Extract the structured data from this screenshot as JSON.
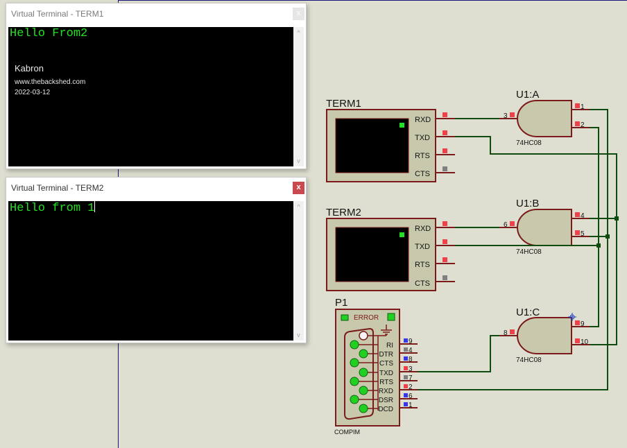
{
  "terminal1": {
    "title": "Virtual Terminal - TERM1",
    "close_label": "x",
    "lines": [
      "Hello From2"
    ],
    "overlay": {
      "name": "Kabron",
      "url": "www.thebackshed.com",
      "date": "2022-03-12"
    }
  },
  "terminal2": {
    "title": "Virtual Terminal - TERM2",
    "close_label": "x",
    "lines": [
      "Hello from 1"
    ]
  },
  "scroll": {
    "up": "^",
    "down": "v"
  },
  "schematic": {
    "term1": {
      "label": "TERM1",
      "pins": [
        "RXD",
        "TXD",
        "RTS",
        "CTS"
      ]
    },
    "term2": {
      "label": "TERM2",
      "pins": [
        "RXD",
        "TXD",
        "RTS",
        "CTS"
      ]
    },
    "gates": [
      {
        "label": "U1:A",
        "part": "74HC08",
        "in1": "1",
        "in2": "2",
        "out": "3"
      },
      {
        "label": "U1:B",
        "part": "74HC08",
        "in1": "4",
        "in2": "5",
        "out": "6"
      },
      {
        "label": "U1:C",
        "part": "74HC08",
        "in1": "9",
        "in2": "10",
        "out": "8"
      }
    ],
    "compim": {
      "ref": "P1",
      "part": "COMPIM",
      "error_label": "ERROR",
      "pins": [
        {
          "name": "RI",
          "num": "9"
        },
        {
          "name": "DTR",
          "num": "4"
        },
        {
          "name": "CTS",
          "num": "8"
        },
        {
          "name": "TXD",
          "num": "3"
        },
        {
          "name": "RTS",
          "num": "7"
        },
        {
          "name": "RXD",
          "num": "2"
        },
        {
          "name": "DSR",
          "num": "6"
        },
        {
          "name": "DCD",
          "num": "1"
        }
      ]
    }
  },
  "colors": {
    "background": "#dedfd0",
    "component_fill": "#c8c8ac",
    "component_outline": "#7a1a1a",
    "wire": "#0f4a0f",
    "pin_high": "#f0404a",
    "pin_low": "#3838e8",
    "pin_float": "#808080",
    "terminal_text": "#22e022"
  }
}
